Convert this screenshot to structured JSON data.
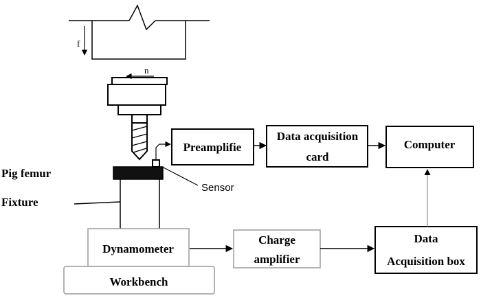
{
  "labels": {
    "feed": "f",
    "rotation": "n",
    "pig_femur": "Pig femur",
    "fixture": "Fixture",
    "sensor": "Sensor",
    "preamplifier": "Preamplifie",
    "data_acquisition_card_line1": "Data acquisition",
    "data_acquisition_card_line2": "card",
    "computer": "Computer",
    "dynamometer": "Dynamometer",
    "workbench": "Workbench",
    "charge_amplifier_line1": "Charge",
    "charge_amplifier_line2": "amplifier",
    "data_acquisition_box_line1": "Data",
    "data_acquisition_box_line2": "Acquisition box"
  }
}
